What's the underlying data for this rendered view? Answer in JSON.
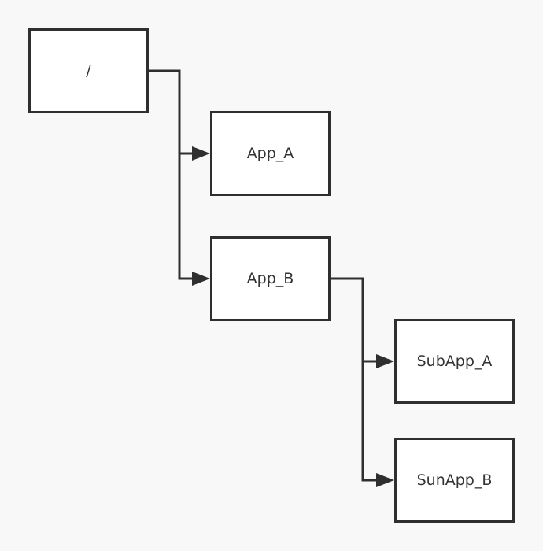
{
  "diagram": {
    "type": "tree",
    "nodes": [
      {
        "id": "root",
        "label": "/"
      },
      {
        "id": "appa",
        "label": "App_A"
      },
      {
        "id": "appb",
        "label": "App_B"
      },
      {
        "id": "suba",
        "label": "SubApp_A"
      },
      {
        "id": "subb",
        "label": "SunApp_B"
      }
    ],
    "edges": [
      {
        "from": "root",
        "to": "appa"
      },
      {
        "from": "root",
        "to": "appb"
      },
      {
        "from": "appb",
        "to": "suba"
      },
      {
        "from": "appb",
        "to": "subb"
      }
    ],
    "colors": {
      "background": "#f8f8f8",
      "node_fill": "#ffffff",
      "stroke": "#2f2f2f",
      "text": "#333333"
    }
  }
}
